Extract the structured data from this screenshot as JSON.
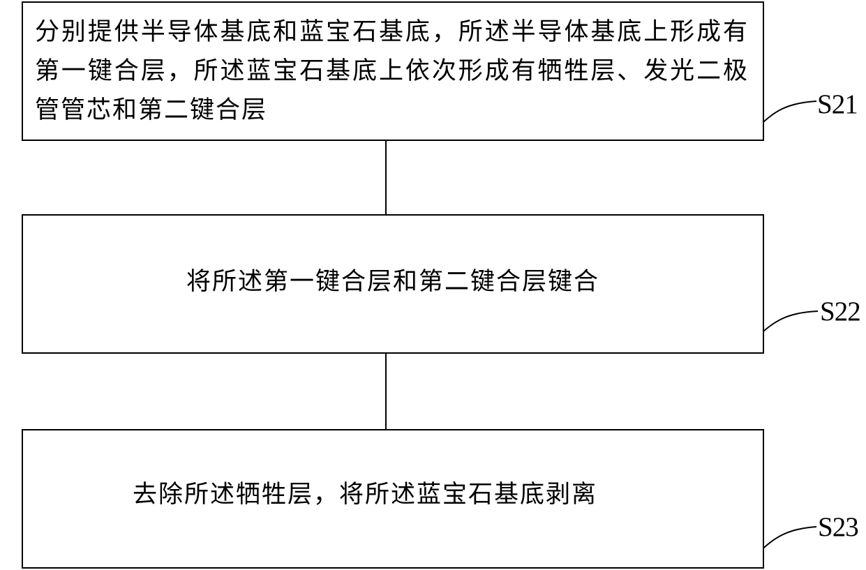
{
  "steps": [
    {
      "id": "S21",
      "label": "S21",
      "text": "分别提供半导体基底和蓝宝石基底，所述半导体基底上形成有第一键合层，所述蓝宝石基底上依次形成有牺牲层、发光二极管管芯和第二键合层"
    },
    {
      "id": "S22",
      "label": "S22",
      "text": "将所述第一键合层和第二键合层键合"
    },
    {
      "id": "S23",
      "label": "S23",
      "text": "去除所述牺牲层，将所述蓝宝石基底剥离"
    }
  ],
  "colors": {
    "stroke": "#000000",
    "background": "#ffffff",
    "text": "#000000"
  }
}
